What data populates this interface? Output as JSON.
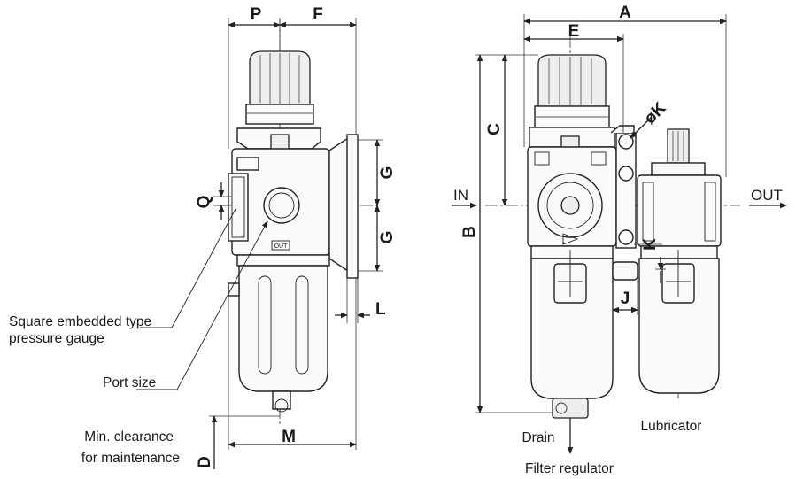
{
  "dimensions": {
    "P": "P",
    "F": "F",
    "A": "A",
    "E": "E",
    "B": "B",
    "C": "C",
    "G": "G",
    "Q": "Q",
    "L": "L",
    "M": "M",
    "D": "D",
    "J": "J",
    "K": "K",
    "phiK": "øK"
  },
  "callouts": {
    "gauge_line1": "Square embedded type",
    "gauge_line2": "pressure gauge",
    "port_size": "Port size",
    "clearance_line1": "Min. clearance",
    "clearance_line2": "for maintenance"
  },
  "ports": {
    "in": "IN",
    "out": "OUT",
    "out_tag": "OUT"
  },
  "components": {
    "drain": "Drain",
    "lubricator": "Lubricator",
    "filter_regulator": "Filter regulator"
  }
}
